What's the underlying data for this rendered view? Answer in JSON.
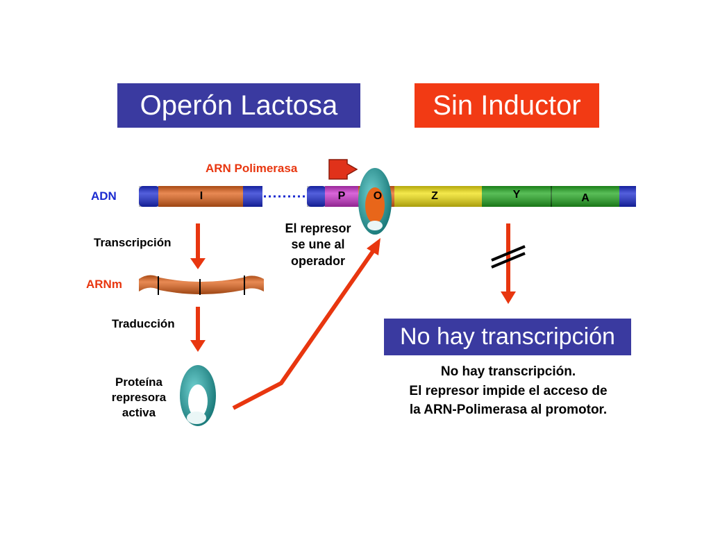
{
  "titles": {
    "left": "Operón Lactosa",
    "right": "Sin Inductor"
  },
  "labels": {
    "dna": "ADN",
    "polymerase": "ARN Polimerasa",
    "transcription": "Transcripción",
    "mrna": "ARNm",
    "translation": "Traducción",
    "repressor_line1": "Proteína",
    "repressor_line2": "represora",
    "repressor_line3": "activa",
    "binding_line1": "El represor",
    "binding_line2": "se une al",
    "binding_line3": "operador"
  },
  "genes": {
    "regulator": "I",
    "promoter": "P",
    "operator": "O",
    "z": "Z",
    "y": "Y",
    "a": "A"
  },
  "result": {
    "banner": "No hay transcripción",
    "line1": "No hay transcripción.",
    "line2": "El represor impide el acceso de",
    "line3": "la ARN-Polimerasa al promotor."
  },
  "colors": {
    "title_blue": "#3a3aa0",
    "title_red": "#f23a14",
    "dna_blue": "#1a2ad0",
    "gene_i": "#e0621a",
    "gene_p": "#cc33cc",
    "gene_o": "#e8661a",
    "gene_z": "#f0e010",
    "gene_y": "#22a820",
    "arrow_red": "#e8360f",
    "repressor_teal": "#1f8a8a"
  }
}
